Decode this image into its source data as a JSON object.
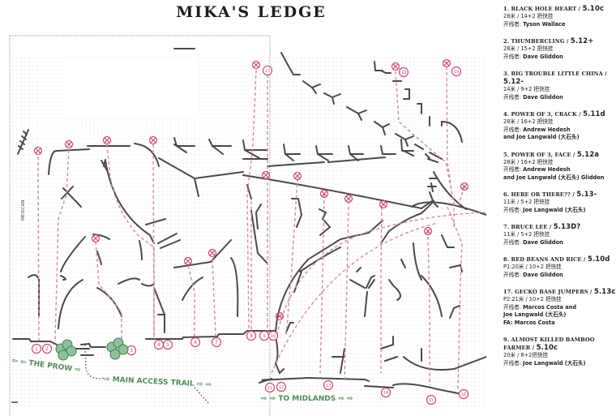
{
  "title": "MIKA'S LEDGE",
  "colors": {
    "rock_line": "#4a4a44",
    "route_line": "#d98aa3",
    "route_badge": "#d44a6e",
    "trail_text": "#4f8a5a",
    "bush": "#5e9b6a",
    "frame": "#9a9a9a",
    "paper_dots": "#e6dde6"
  },
  "topo": {
    "trail_labels": {
      "the_prow": "⇦ ⇦ THE PROW ⇨",
      "main_access_trail": "⇨ MAIN ACCESS TRAIL ⇨ ⇨",
      "to_midlands": "⇨ ⇨ TO MIDLANDS ⇨ ⇨",
      "vertical_label": "MEXICAN"
    },
    "route_numbers": [
      "1",
      "2",
      "3",
      "4",
      "5",
      "6",
      "7",
      "8",
      "9",
      "10",
      "11",
      "12",
      "13",
      "14",
      "15",
      "16",
      "17",
      "18",
      "19"
    ]
  },
  "routes": [
    {
      "number": "1.",
      "name": "Black Hole Heart",
      "grade": "5.10c",
      "length": "28米 / 14+2 把快挂",
      "fa_label": "开线者:",
      "fa": "Tyson Wallace",
      "fa2": ""
    },
    {
      "number": "2.",
      "name": "Thumbercling",
      "grade": "5.12+",
      "length": "28米 / 15+2 把快挂",
      "fa_label": "开线者:",
      "fa": "Dave Gliddon",
      "fa2": ""
    },
    {
      "number": "3.",
      "name": "Big Trouble Little China",
      "grade": "5.12-",
      "length": "14米 / 9+2 把快挂",
      "fa_label": "开线者:",
      "fa": "Dave Gliddon",
      "fa2": ""
    },
    {
      "number": "4.",
      "name": "Power of 3, Crack",
      "grade": "5.11d",
      "length": "28米 / 16+2 把快挂",
      "fa_label": "开线者:",
      "fa": "Andrew Hedesh",
      "fa2": "and Joe Langwald (大石头)"
    },
    {
      "number": "5.",
      "name": "Power of 3, Face",
      "grade": "5.12a",
      "length": "28米 / 16+2 把快挂",
      "fa_label": "开线者:",
      "fa": "Andrew Hedesh",
      "fa2": "and Joe Langwald (大石头) Gliddon"
    },
    {
      "number": "6.",
      "name": "Here or There??",
      "grade": "5.13-",
      "length": "11米 / 5+2 把快挂",
      "fa_label": "开线者:",
      "fa": "Joe Langwald (大石头)",
      "fa2": ""
    },
    {
      "number": "7.",
      "name": "Bruce Lee",
      "grade": "5.13D?",
      "length": "11米 / 5+2 把快挂",
      "fa_label": "开线者:",
      "fa": "Dave Gliddon",
      "fa2": ""
    },
    {
      "number": "8.",
      "name": "Red Beans and Rice",
      "grade": "5.10d",
      "length": "P1:20米 / 10+2 把快挂",
      "fa_label": "开线者:",
      "fa": "Dave Gliddon",
      "fa2": ""
    },
    {
      "number": "17.",
      "name": "Gecko Base Jumpers",
      "grade": "5.13c",
      "length": "P2:21米 / 10+2 把快挂",
      "fa_label": "开线者:",
      "fa": "Marcos Costa  and",
      "fa2": "Joe Langwald (大石头)",
      "extra_label": "FA:",
      "extra": "Marcos Costa"
    },
    {
      "number": "9.",
      "name": "Almost Killed Bamboo Farmer",
      "grade": "5.10c",
      "length": "20米 / 8+2把快挂",
      "fa_label": "开线者:",
      "fa": "Joe Langwald (大石头)",
      "fa2": ""
    }
  ]
}
